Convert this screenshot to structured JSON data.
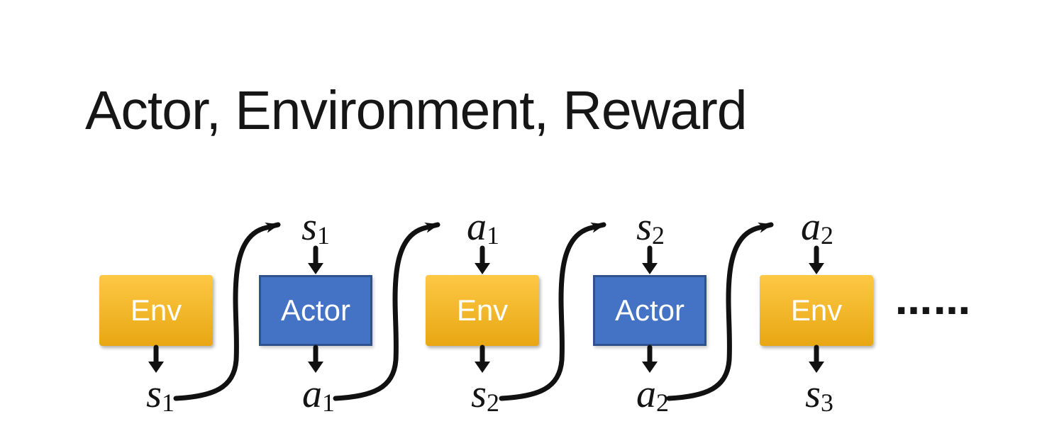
{
  "title": "Actor, Environment, Reward",
  "diagram": {
    "nodes": [
      {
        "label": "Env",
        "type": "env"
      },
      {
        "label": "Actor",
        "type": "actor"
      },
      {
        "label": "Env",
        "type": "env"
      },
      {
        "label": "Actor",
        "type": "actor"
      },
      {
        "label": "Env",
        "type": "env"
      }
    ],
    "top_labels": [
      {
        "base": "s",
        "sub": "1"
      },
      {
        "base": "a",
        "sub": "1"
      },
      {
        "base": "s",
        "sub": "2"
      },
      {
        "base": "a",
        "sub": "2"
      }
    ],
    "bottom_labels": [
      {
        "base": "s",
        "sub": "1"
      },
      {
        "base": "a",
        "sub": "1"
      },
      {
        "base": "s",
        "sub": "2"
      },
      {
        "base": "a",
        "sub": "2"
      },
      {
        "base": "s",
        "sub": "3"
      }
    ],
    "ellipsis": "……",
    "colors": {
      "env_top": "#FDC845",
      "env_bottom": "#E8A713",
      "actor_fill": "#4472C4",
      "actor_border": "#2F528F",
      "arrow": "#111111"
    }
  }
}
